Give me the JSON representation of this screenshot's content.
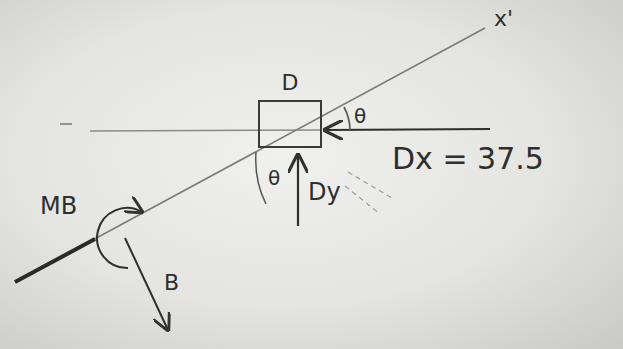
{
  "diagram": {
    "nodes": [
      {
        "text": [
          "D"
        ]
      }
    ],
    "labels": [
      "x'",
      "θ",
      "Dx = 37.5",
      "θ",
      "Dy",
      "MB",
      "B"
    ]
  }
}
